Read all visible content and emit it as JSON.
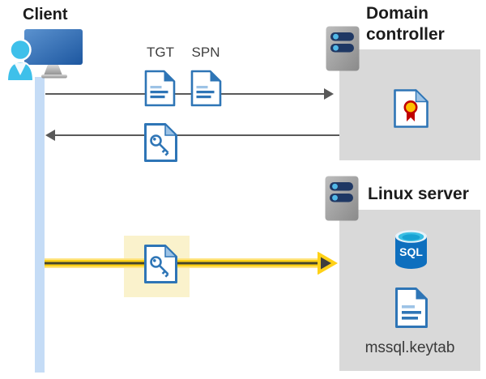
{
  "client": {
    "label": "Client"
  },
  "tickets": {
    "tgt_label": "TGT",
    "spn_label": "SPN"
  },
  "domain_controller": {
    "label": "Domain controller"
  },
  "linux_server": {
    "label": "Linux server",
    "sql_badge": "SQL",
    "keytab_label": "mssql.keytab"
  },
  "icons": {
    "client": "client-workstation-icon",
    "domain_controller": "server-icon",
    "linux_server": "server-icon",
    "tgt": "document-icon",
    "spn": "document-icon",
    "ticket_key": "key-document-icon",
    "certificate": "certificate-icon",
    "sql_database": "sql-database-icon",
    "keytab_file": "document-icon"
  },
  "colors": {
    "doc_blue": "#2E75B6",
    "doc_light_blue": "#9DC3E6",
    "box_gray": "#D9D9D9",
    "highlight_cream": "#FAF2CC",
    "arrow_gray": "#595959",
    "arrow_yellow": "#FFD117",
    "arrow_yellow_core": "#45452C",
    "timeline_blue": "#C5DCF6",
    "server_bar_navy": "#1F3864",
    "server_dot_cyan": "#52B9E8",
    "sql_blue": "#0E6FBE",
    "cert_gold": "#FFC000",
    "cert_red": "#C00000",
    "monitor_blue_top": "#5B92CF",
    "monitor_blue_bottom": "#1D57A0",
    "person_cyan": "#3EC0EA"
  }
}
